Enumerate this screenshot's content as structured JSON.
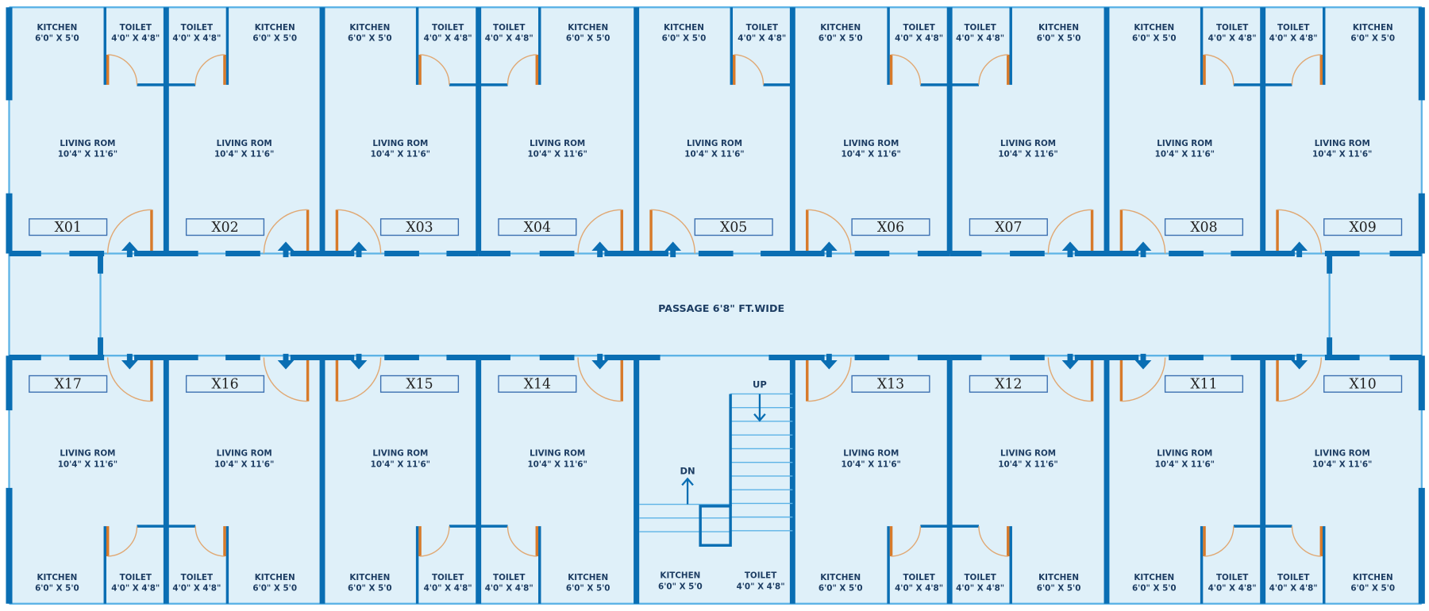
{
  "passage_label": "PASSAGE 6'8\" FT.WIDE",
  "rooms": {
    "kitchen": "KITCHEN",
    "kitchen_size": "6'0\" X 5'0",
    "toilet": "TOILET",
    "toilet_size": "4'0\" X 4'8\"",
    "living": "LIVING ROM",
    "living_size": "10'4\" X 11'6\""
  },
  "top_units": [
    "X01",
    "X02",
    "X03",
    "X04",
    "X05",
    "X06",
    "X07",
    "X08",
    "X09"
  ],
  "bottom_units": [
    "X17",
    "X16",
    "X15",
    "X14",
    "X13",
    "X12",
    "X11",
    "X10"
  ],
  "stair": {
    "up": "UP",
    "dn": "DN"
  },
  "colors": {
    "bg": "#dff0f9",
    "wall": "#0a6eb3",
    "thin": "#5db3e6",
    "door": "#d77a2a",
    "arc": "#e0a873",
    "text": "#1d3d63"
  }
}
